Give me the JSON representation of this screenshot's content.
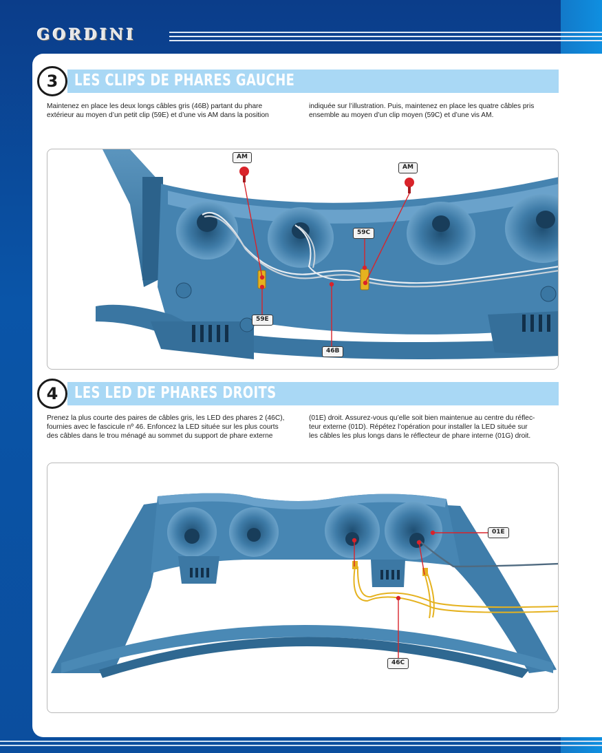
{
  "header": {
    "logo_text": "GORDINI"
  },
  "step3": {
    "number": "3",
    "title": "LES CLIPS DE PHARES GAUCHE",
    "col1": [
      "Maintenez en place les deux longs câbles gris (46B) partant du phare",
      "extérieur au moyen d’un petit clip (59E) et d’une vis AM dans la position"
    ],
    "col2": [
      "indiquée sur l’illustration. Puis, maintenez en place les quatre câbles pris",
      "ensemble au moyen d’un clip moyen (59C) et d’une vis AM."
    ],
    "labels": {
      "am1": "AM",
      "am2": "AM",
      "c59c": "59C",
      "c59e": "59E",
      "c46b": "46B"
    }
  },
  "step4": {
    "number": "4",
    "title": "LES LED DE PHARES DROITS",
    "col1": [
      "Prenez la plus courte des paires de câbles gris, les LED des phares 2 (46C),",
      "fournies avec le fascicule nº 46. Enfoncez la LED située sur les plus courts",
      "des câbles dans le trou ménagé au sommet du support de phare externe"
    ],
    "col2": [
      "(01E) droit. Assurez-vous qu’elle soit bien maintenue au centre du réflec-",
      "teur externe (01D). Répétez l’opération pour installer la LED située sur",
      "les câbles les plus longs dans le réflecteur de phare interne (01G) droit."
    ],
    "labels": {
      "c01e": "01E",
      "c46c": "46C"
    }
  },
  "colors": {
    "accent": "#a9d8f5",
    "part_blue": "#3d7aa6",
    "pointer_red": "#d9232a",
    "clip_yellow": "#e5b21f"
  }
}
